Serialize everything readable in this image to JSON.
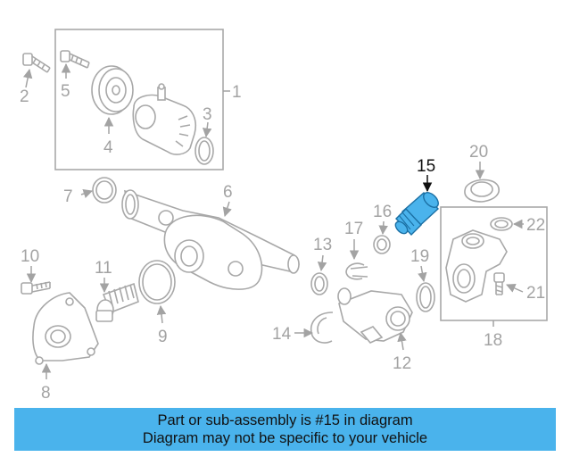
{
  "diagram": {
    "highlighted_part": "15",
    "highlight_color": "#4ab3ec",
    "callouts": [
      {
        "id": "1",
        "label": "1"
      },
      {
        "id": "2",
        "label": "2"
      },
      {
        "id": "3",
        "label": "3"
      },
      {
        "id": "4",
        "label": "4"
      },
      {
        "id": "5",
        "label": "5"
      },
      {
        "id": "6",
        "label": "6"
      },
      {
        "id": "7",
        "label": "7"
      },
      {
        "id": "8",
        "label": "8"
      },
      {
        "id": "9",
        "label": "9"
      },
      {
        "id": "10",
        "label": "10"
      },
      {
        "id": "11",
        "label": "11"
      },
      {
        "id": "12",
        "label": "12"
      },
      {
        "id": "13",
        "label": "13"
      },
      {
        "id": "14",
        "label": "14"
      },
      {
        "id": "15",
        "label": "15"
      },
      {
        "id": "16",
        "label": "16"
      },
      {
        "id": "17",
        "label": "17"
      },
      {
        "id": "18",
        "label": "18"
      },
      {
        "id": "19",
        "label": "19"
      },
      {
        "id": "20",
        "label": "20"
      },
      {
        "id": "21",
        "label": "21"
      },
      {
        "id": "22",
        "label": "22"
      }
    ]
  },
  "banner": {
    "line1": "Part or sub-assembly is #15 in diagram",
    "line2": "Diagram may not be specific to your vehicle",
    "background": "#4ab3ec"
  }
}
